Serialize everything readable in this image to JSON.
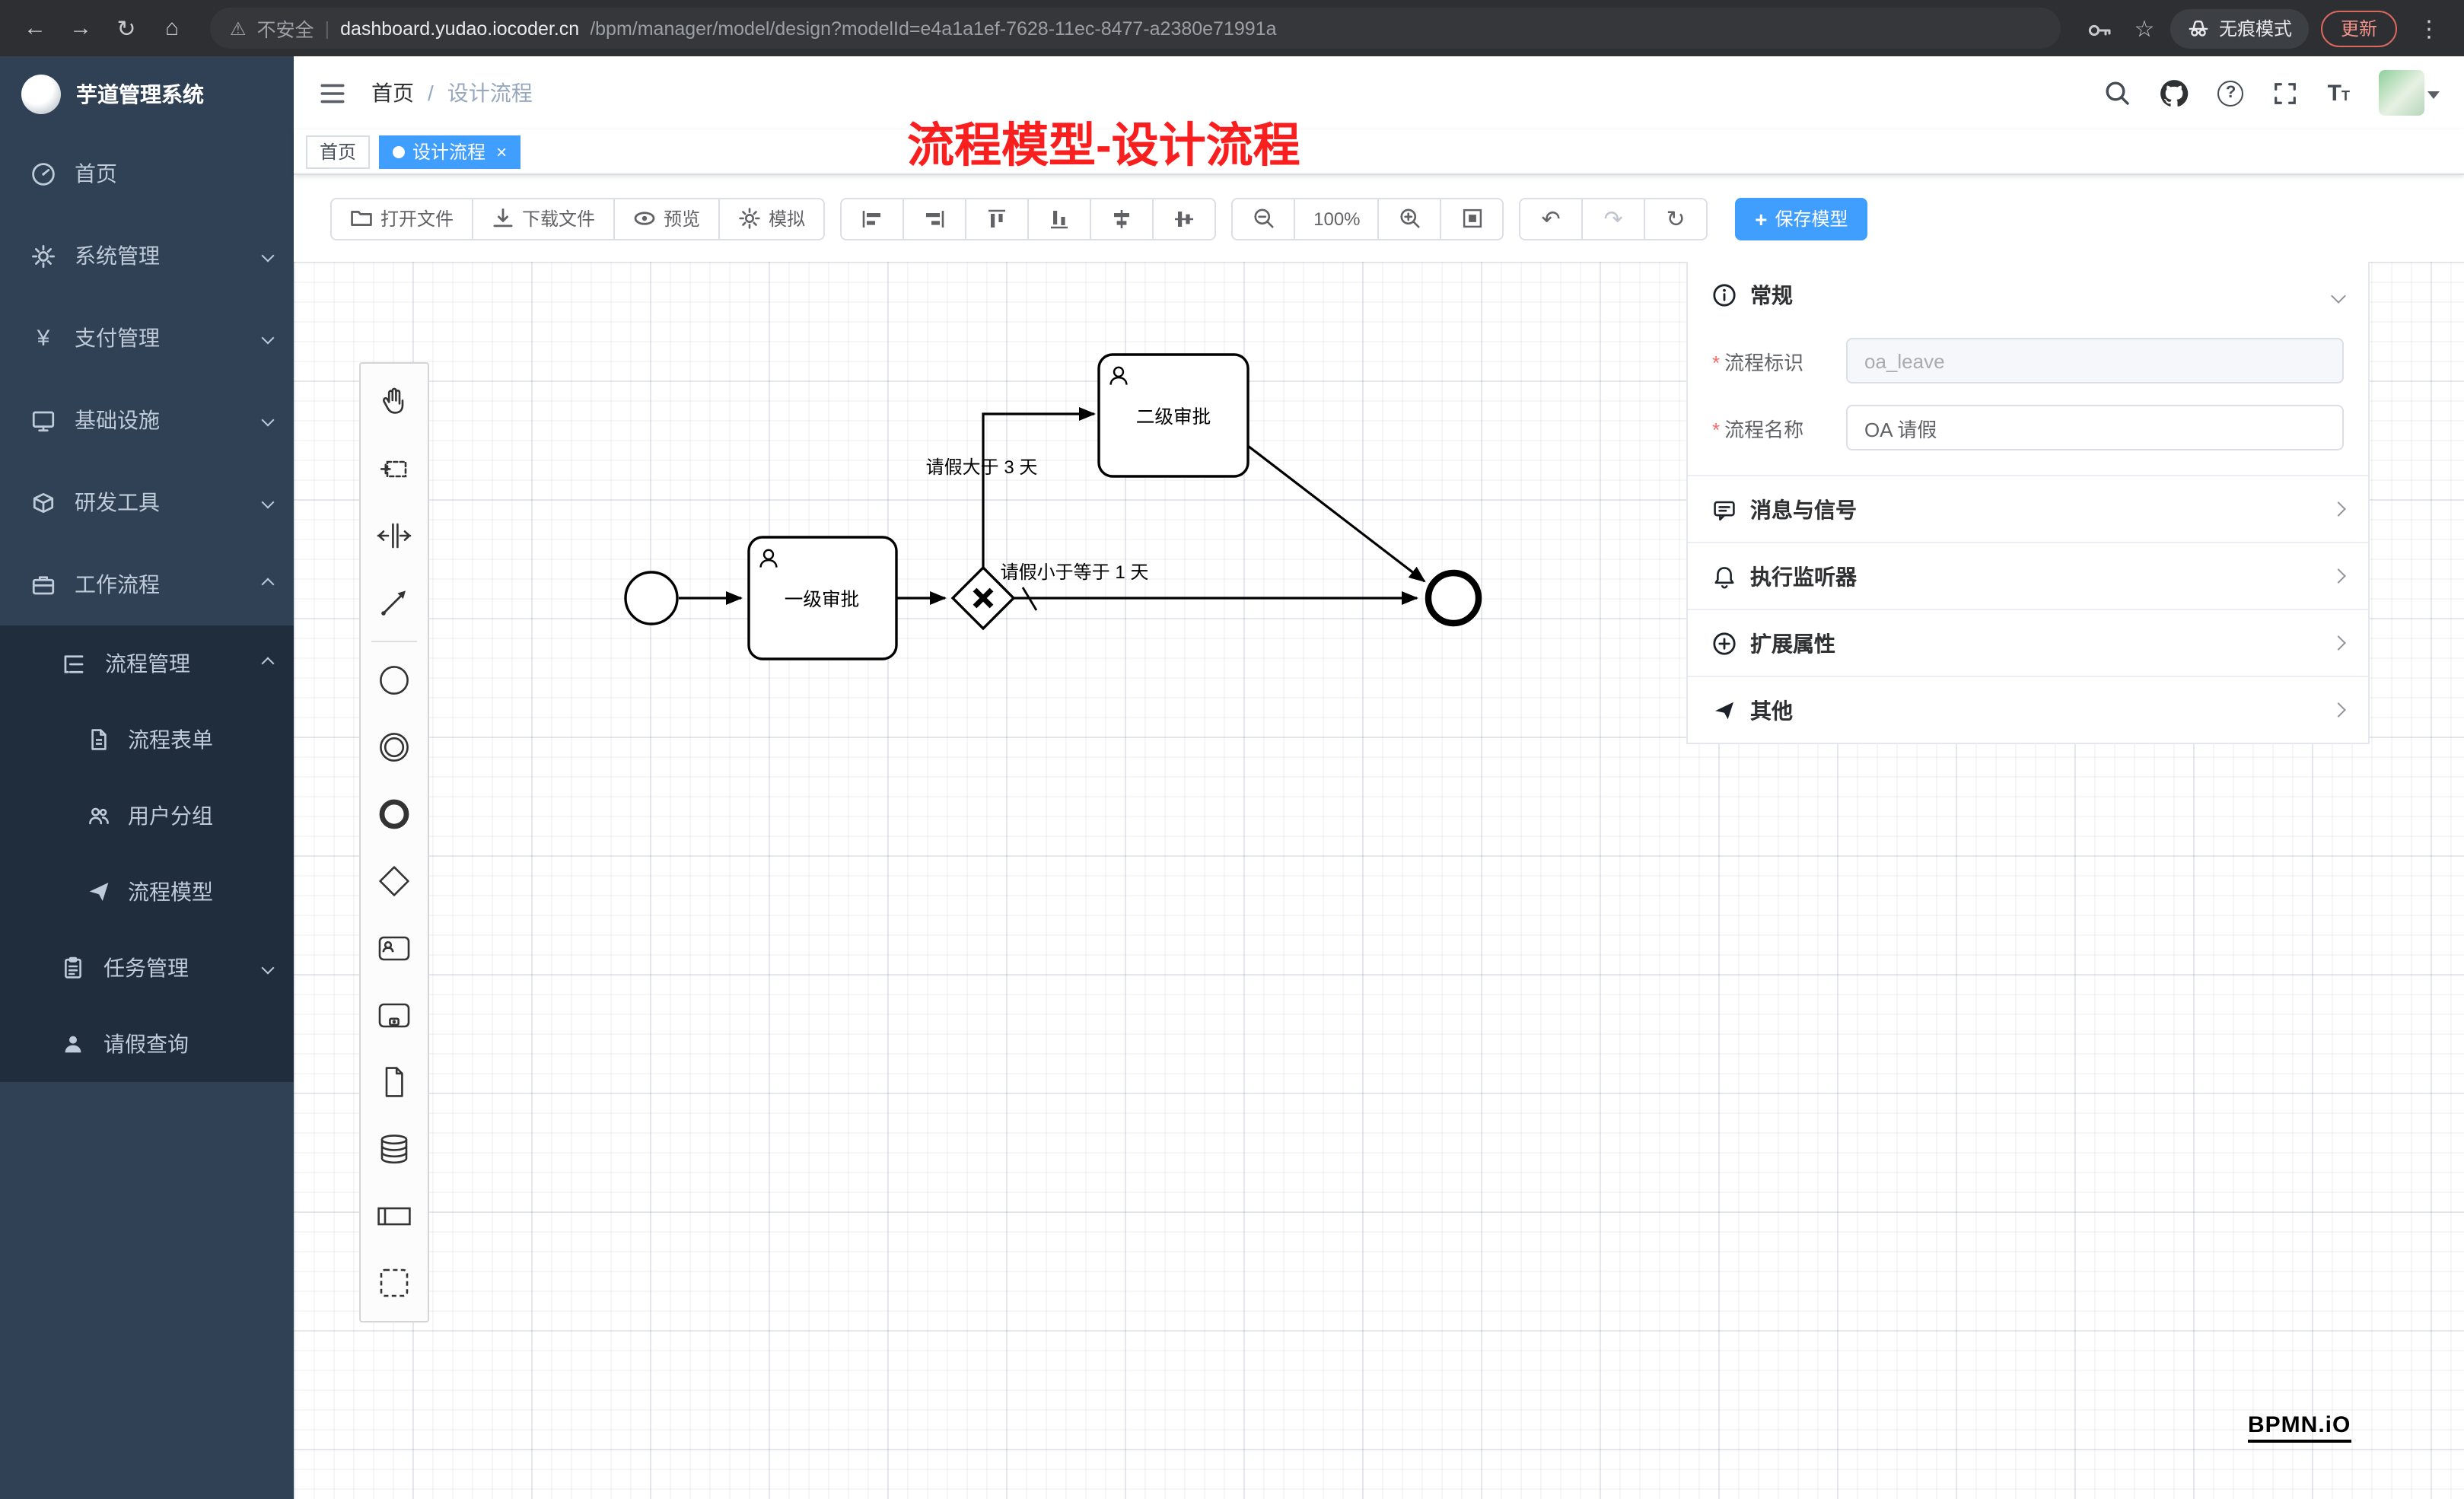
{
  "icons": {
    "back": "←",
    "forward": "→",
    "reload": "↻",
    "home": "⌂",
    "warning": "⚠",
    "star": "☆",
    "more": "⋮",
    "undo": "↶",
    "redo": "↷",
    "refresh": "↻",
    "plus": "+",
    "close": "×",
    "yen": "¥",
    "font_big": "T",
    "font_small": "T"
  },
  "browser": {
    "security_label": "不安全",
    "divider": "|",
    "url_host": "dashboard.yudao.iocoder.cn",
    "url_path": "/bpm/manager/model/design?modelId=e4a1a1ef-7628-11ec-8477-a2380e71991a",
    "incognito_label": "无痕模式",
    "update_label": "更新"
  },
  "sidebar": {
    "logo_title": "芋道管理系统",
    "items": [
      {
        "label": "首页"
      },
      {
        "label": "系统管理"
      },
      {
        "label": "支付管理"
      },
      {
        "label": "基础设施"
      },
      {
        "label": "研发工具"
      },
      {
        "label": "工作流程"
      },
      {
        "label": "流程管理"
      },
      {
        "label": "流程表单"
      },
      {
        "label": "用户分组"
      },
      {
        "label": "流程模型"
      },
      {
        "label": "任务管理"
      },
      {
        "label": "请假查询"
      }
    ]
  },
  "header": {
    "breadcrumb_home": "首页",
    "breadcrumb_sep": "/",
    "breadcrumb_current": "设计流程"
  },
  "tabs": {
    "home": "首页",
    "active": "设计流程"
  },
  "annotation": "流程模型-设计流程",
  "toolbar": {
    "open_label": "打开文件",
    "download_label": "下载文件",
    "preview_label": "预览",
    "simulate_label": "模拟",
    "zoom_level": "100%",
    "save_label": "保存模型"
  },
  "diagram": {
    "task1_label": "一级审批",
    "task2_label": "二级审批",
    "flow_gt_label": "请假大于 3 天",
    "flow_le_label": "请假小于等于 1 天"
  },
  "panel": {
    "general_title": "常规",
    "required_mark": "*",
    "key_label": "流程标识",
    "key_value": "oa_leave",
    "name_label": "流程名称",
    "name_value": "OA 请假",
    "message_title": "消息与信号",
    "listener_title": "执行监听器",
    "ext_title": "扩展属性",
    "other_title": "其他"
  },
  "watermark": "BPMN.iO"
}
